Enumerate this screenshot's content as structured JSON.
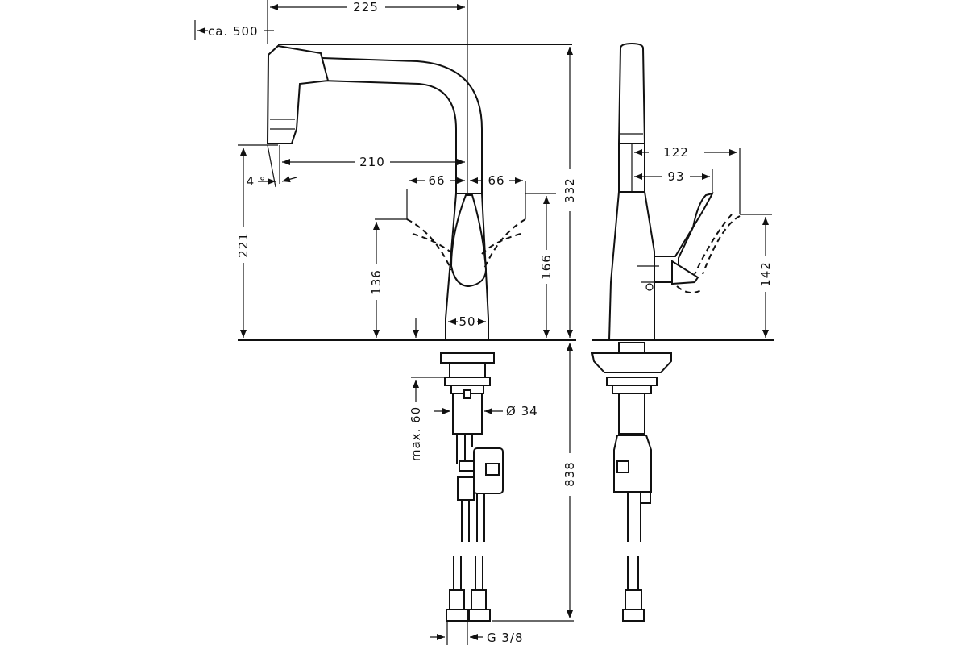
{
  "front_view": {
    "dim_total_reach": "225",
    "dim_pullout": "ca. 500",
    "dim_spout_reach": "210",
    "dim_tilt": "4 °",
    "dim_lever_left": "66",
    "dim_lever_right": "66",
    "dim_total_height": "332",
    "dim_spout_height": "221",
    "dim_lever_height_left": "136",
    "dim_lever_height_right": "166",
    "dim_base_width": "50",
    "dim_max_thickness": "max. 60",
    "dim_shank_diameter": "Ø 34",
    "dim_hose_length": "838",
    "dim_thread": "G 3/8"
  },
  "side_view": {
    "dim_lever_reach_max": "122",
    "dim_lever_reach": "93",
    "dim_lever_height": "142"
  }
}
